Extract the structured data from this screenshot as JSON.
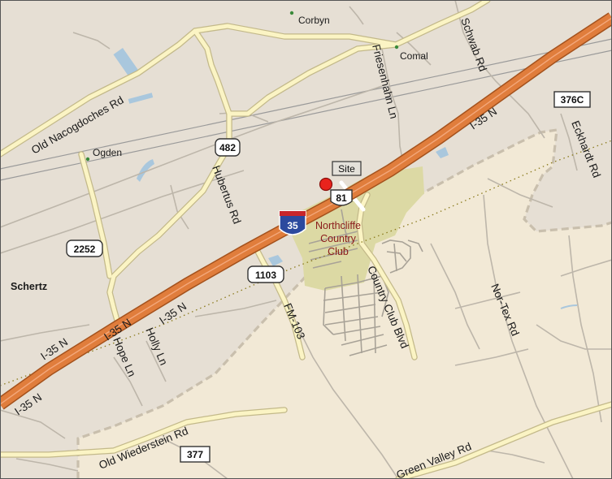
{
  "map": {
    "colors": {
      "land_north": "#e6dfd4",
      "land_south": "#f2e9d6",
      "boundary": "#c9bfad",
      "interstate": "#e07d3c",
      "interstate_edge": "#a4521d",
      "road": "#fbf4c4",
      "road_edge": "#c3b98a",
      "minor_road": "#bdb6aa",
      "rail": "#9a9a9a",
      "water": "#a9c7dd",
      "golf": "#dcd9a4",
      "site_marker": "#e8231c",
      "poi_text": "#8a1a1a"
    },
    "places": {
      "corbyn": "Corbyn",
      "comal": "Comal",
      "ogden": "Ogden",
      "schertz": "Schertz"
    },
    "roads": {
      "old_nacogdoches": "Old Nacogdoches Rd",
      "friesenhahn": "Friesenhahn Ln",
      "schwab": "Schwab Rd",
      "hubertus": "Hubertus Rd",
      "eckhardt": "Eckhardt Rd",
      "fm103": "FM-103",
      "country_club": "Country Club Blvd",
      "nortex": "Nor-Tex Rd",
      "hope": "Hope Ln",
      "holly": "Holly Ln",
      "old_wiederstein": "Old Wiederstein Rd",
      "green_valley": "Green Valley Rd",
      "i35": "I-35 N"
    },
    "shields": {
      "s376c": "376C",
      "s482": "482",
      "s2252": "2252",
      "s1103": "1103",
      "s377": "377",
      "s81": "81",
      "s35": "35"
    },
    "poi": {
      "line1": "Northcliffe",
      "line2": "Country",
      "line3": "Club"
    },
    "site_label": "Site"
  }
}
